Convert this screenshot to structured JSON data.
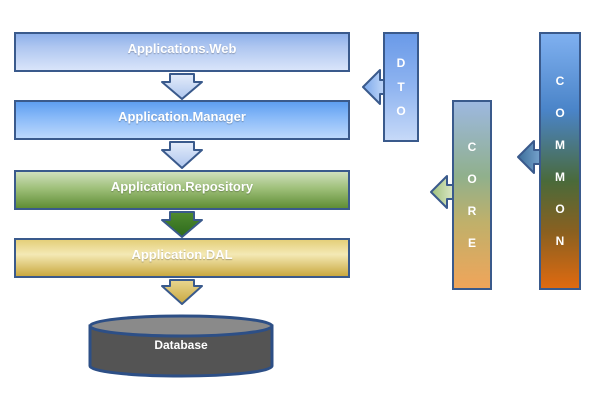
{
  "layers": {
    "web": "Applications.Web",
    "manager": "Application.Manager",
    "repository": "Application.Repository",
    "dal": "Application.DAL"
  },
  "database": "Database",
  "dto": [
    "D",
    "T",
    "O"
  ],
  "core": [
    "C",
    "O",
    "R",
    "E"
  ],
  "common": [
    "C",
    "O",
    "M",
    "M",
    "O",
    "N"
  ]
}
